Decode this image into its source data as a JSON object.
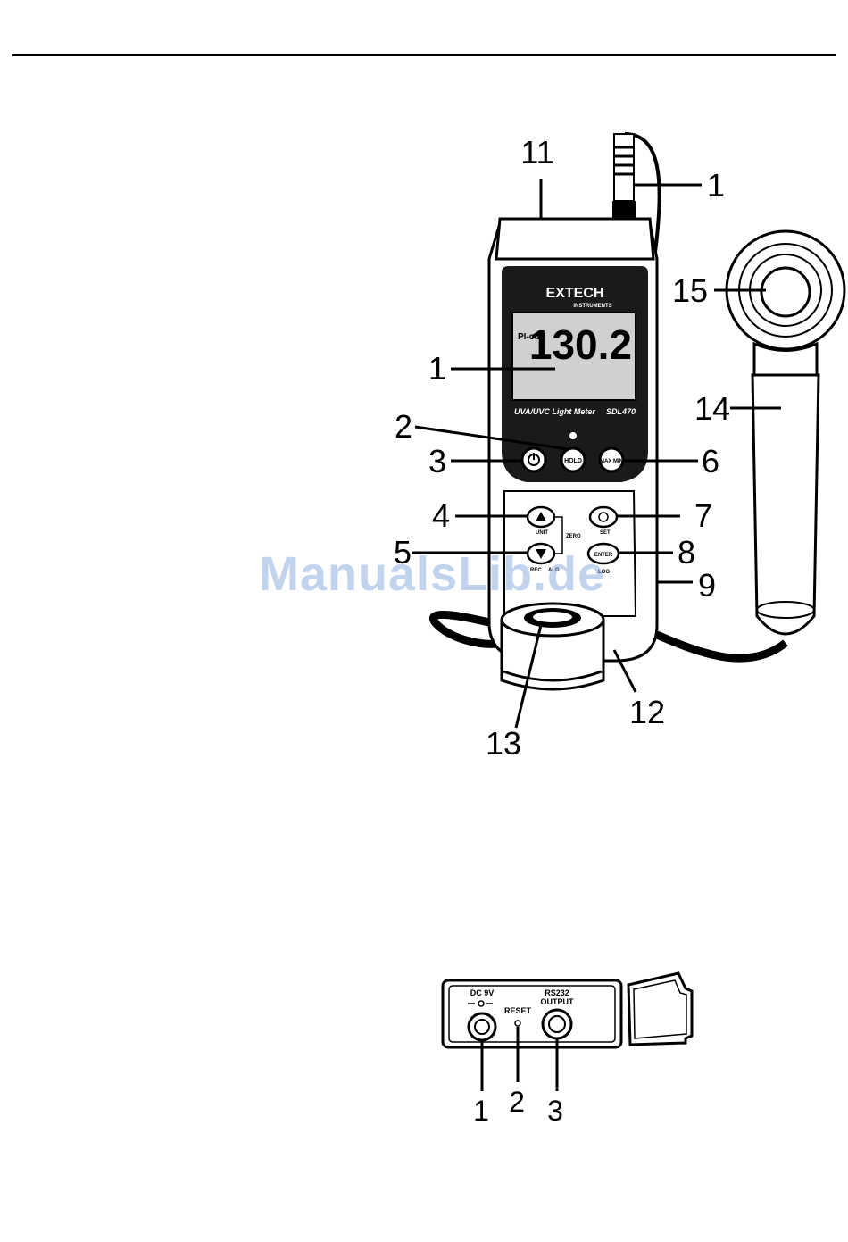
{
  "meter": {
    "brand": "EXTECH",
    "brand_sub": "INSTRUMENTS",
    "display_mode": "PI-cd",
    "display_value": "130.2",
    "model_name": "UVA/UVC Light Meter",
    "model_number": "SDL470",
    "button_hold": "HOLD",
    "button_maxmin": "MAX MIN",
    "button_enter": "ENTER",
    "label_unit": "UNIT",
    "label_zero": "ZERO",
    "label_rec": "REC",
    "label_alg": "ALG",
    "label_set": "SET",
    "label_log": "LOG"
  },
  "callouts_top": [
    "11",
    "1",
    "15",
    "1",
    "14",
    "2",
    "3",
    "6",
    "4",
    "7",
    "5",
    "8",
    "9",
    "12",
    "13"
  ],
  "panel": {
    "dc_label": "DC 9V",
    "reset_label": "RESET",
    "rs232_label_1": "RS232",
    "rs232_label_2": "OUTPUT"
  },
  "callouts_bottom": [
    "1",
    "2",
    "3"
  ],
  "watermark": "ManualsLib.de"
}
